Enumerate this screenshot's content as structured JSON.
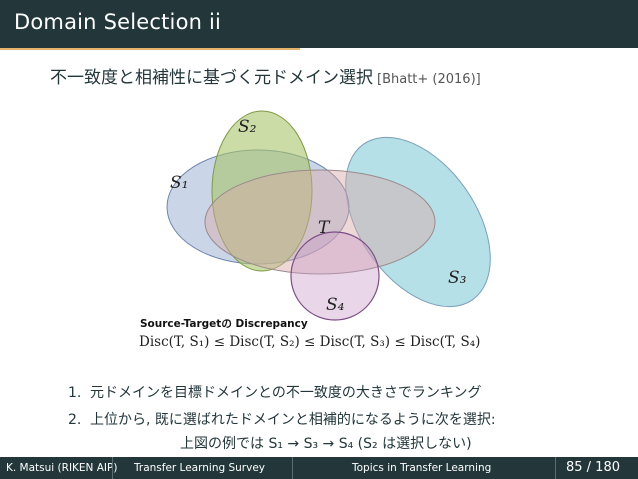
{
  "header": {
    "title": "Domain Selection ii"
  },
  "subtitle": {
    "text": "不一致度と相補性に基づく元ドメイン選択",
    "citation": "[Bhatt+ (2016)]"
  },
  "diagram": {
    "labels": {
      "s1": "S₁",
      "s2": "S₂",
      "s3": "S₃",
      "s4": "S₄",
      "t": "T"
    },
    "colors": {
      "s1": "#9fb3d6",
      "s2": "#a9c46a",
      "s3": "#8fd0dc",
      "t": "#d8a9a6",
      "s4": "#c79ac9"
    }
  },
  "discrepancy": {
    "label": "Source-Targetの Discrepancy",
    "formula": "Disc(T, S₁) ≤ Disc(T, S₂) ≤ Disc(T, S₃) ≤ Disc(T, S₄)"
  },
  "list": {
    "items": [
      {
        "num": "1.",
        "text": "元ドメインを目標ドメインとの不一致度の大きさでランキング"
      },
      {
        "num": "2.",
        "text": "上位から, 既に選ばれたドメインと相補的になるように次を選択:"
      }
    ],
    "note": "上図の例では S₁ → S₃ → S₄ (S₂ は選択しない)"
  },
  "footer": {
    "author": "K. Matsui (RIKEN AIP)",
    "title": "Transfer Learning Survey",
    "section": "Topics in Transfer Learning",
    "page": "85 / 180"
  }
}
